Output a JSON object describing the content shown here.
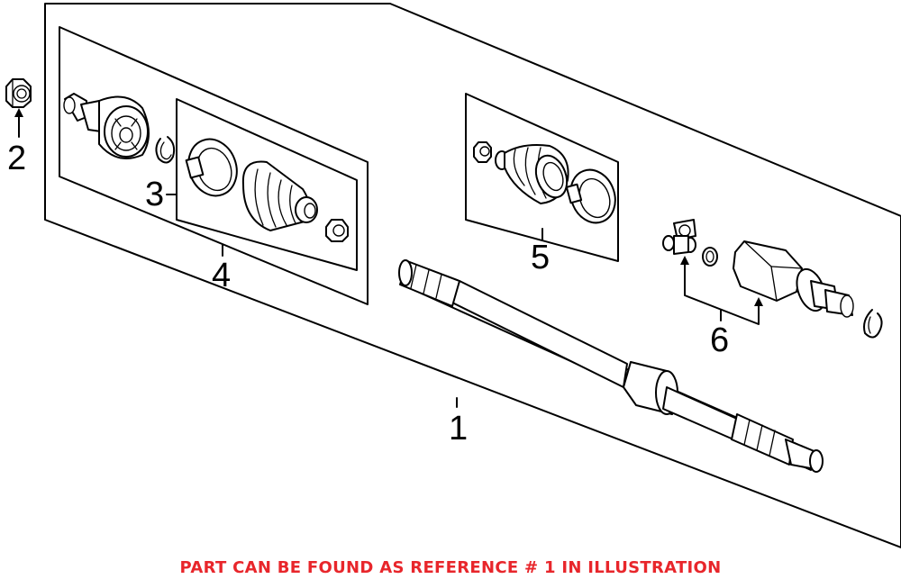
{
  "colors": {
    "line": "#000000",
    "background": "#ffffff",
    "note": "#e8262b"
  },
  "callouts": {
    "c1": "1",
    "c2": "2",
    "c3": "3",
    "c4": "4",
    "c5": "5",
    "c6": "6"
  },
  "note": "PART CAN BE FOUND AS REFERENCE # 1 IN ILLUSTRATION"
}
